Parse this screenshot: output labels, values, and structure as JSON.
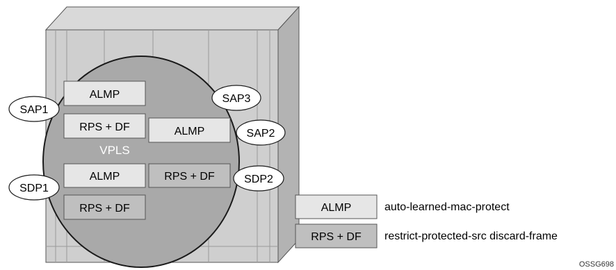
{
  "diagram": {
    "cloud_label": "VPLS",
    "endpoints": {
      "sap1": "SAP1",
      "sap2": "SAP2",
      "sap3": "SAP3",
      "sdp1": "SDP1",
      "sdp2": "SDP2"
    },
    "boxes": {
      "almp_sap1": "ALMP",
      "rps_sap1": "RPS + DF",
      "almp_sap2": "ALMP",
      "almp_sdp1": "ALMP",
      "rps_sdp1": "RPS + DF",
      "rps_sdp2": "RPS + DF"
    },
    "legend": {
      "almp_key": "ALMP",
      "almp_desc": "auto-learned-mac-protect",
      "rps_key": "RPS + DF",
      "rps_desc": "restrict-protected-src discard-frame"
    },
    "figure_id": "OSSG698",
    "colors": {
      "almp_fill": "#e6e6e6",
      "rps_fill": "#bfbfbf",
      "cloud_fill": "#a9a9a9",
      "chassis_fill": "#cfcfcf",
      "endpoint_fill": "#ffffff"
    }
  }
}
